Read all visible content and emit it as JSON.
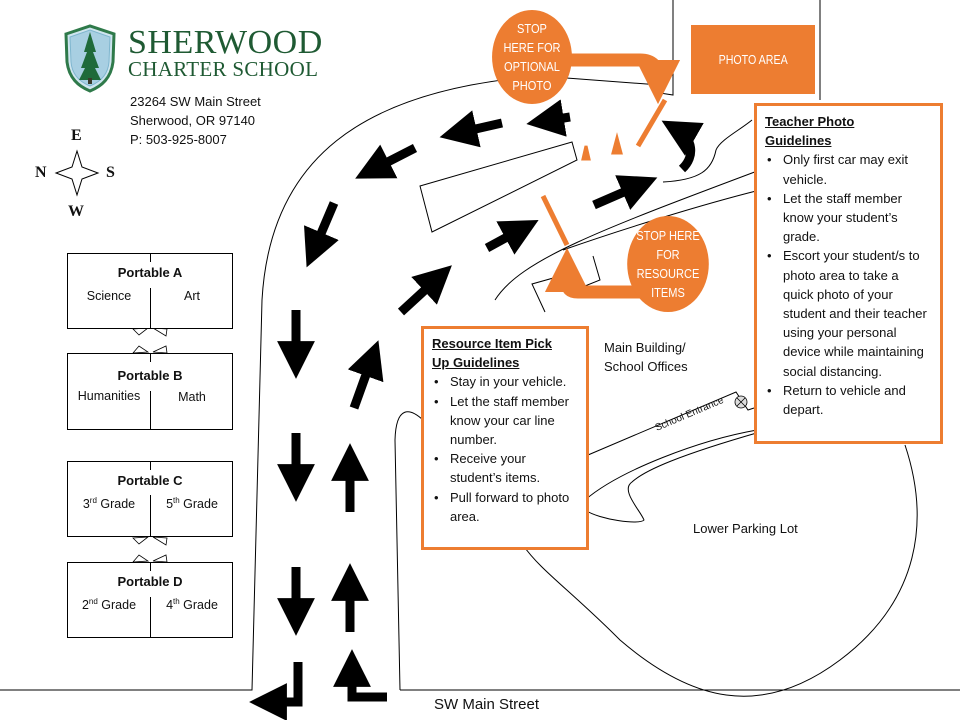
{
  "school": {
    "name_line1": "SHERWOOD",
    "name_line2": "CHARTER SCHOOL",
    "address_line1": "23264 SW Main Street",
    "address_line2": "Sherwood,  OR 97140",
    "phone": "P: 503-925-8007",
    "brand_color": "#1f5a33"
  },
  "compass": {
    "top": "E",
    "left": "N",
    "right": "S",
    "bottom": "W"
  },
  "portables": [
    {
      "title": "Portable A",
      "left_room": "Science",
      "right_room": "Art"
    },
    {
      "title": "Portable B",
      "left_room": "Humanities",
      "right_room": "Math"
    },
    {
      "title": "Portable C",
      "left_room_num": "3",
      "left_room_sup": "rd",
      "left_room_rest": " Grade",
      "right_room_num": "5",
      "right_room_sup": "th",
      "right_room_rest": " Grade"
    },
    {
      "title": "Portable D",
      "left_room_num": "2",
      "left_room_sup": "nd",
      "left_room_rest": " Grade",
      "right_room_num": "4",
      "right_room_sup": "th",
      "right_room_rest": " Grade"
    }
  ],
  "stops": {
    "optional_photo": "STOP HERE FOR OPTIONAL PHOTO",
    "optional_photo_lines": [
      "STOP",
      "HERE FOR",
      "OPTIONAL",
      "PHOTO"
    ],
    "resource_items_lines": [
      "STOP HERE",
      "FOR",
      "RESOURCE",
      "ITEMS"
    ],
    "photo_area": "PHOTO AREA",
    "accent_color": "#ed7d31"
  },
  "teacher_guidelines": {
    "title_line1": "Teacher Photo",
    "title_line2": "Guidelines",
    "items": [
      "Only first car may exit vehicle.",
      "Let the staff member know your student’s grade.",
      "Escort your student/s to photo  area to take a quick photo  of your student and their teacher using your personal device while maintaining social distancing.",
      "Return to vehicle and depart."
    ]
  },
  "resource_guidelines": {
    "title_line1": "Resource Item Pick",
    "title_line2": "Up Guidelines",
    "items": [
      "Stay in your vehicle.",
      "Let the staff member  know your car line number.",
      "Receive your student’s items.",
      "Pull forward to photo  area."
    ]
  },
  "places": {
    "main_building_line1": "Main Building/",
    "main_building_line2": "School  Offices",
    "school_entrance": "School Entrance",
    "lower_parking_lot": "Lower  Parking Lot",
    "street": "SW Main Street"
  }
}
